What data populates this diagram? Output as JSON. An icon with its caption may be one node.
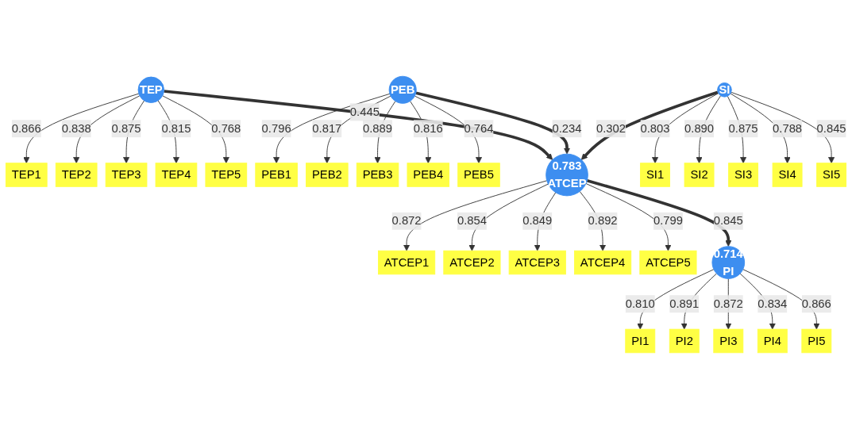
{
  "diagram": {
    "nodes": [
      {
        "text": [
          "TEP1"
        ]
      },
      {
        "text": [
          "TEP2"
        ]
      },
      {
        "text": [
          "TEP3"
        ]
      },
      {
        "text": [
          "TEP4"
        ]
      },
      {
        "text": [
          "TEP5"
        ]
      },
      {
        "text": [
          "TEP"
        ]
      },
      {
        "text": [
          "PEB"
        ]
      },
      {
        "text": [
          "PEB1"
        ]
      },
      {
        "text": [
          "PEB2"
        ]
      },
      {
        "text": [
          "PEB3"
        ]
      },
      {
        "text": [
          "PEB4"
        ]
      },
      {
        "text": [
          "PEB5"
        ]
      },
      {
        "text": [
          "ATCEP1"
        ]
      },
      {
        "text": [
          "ATCEP2"
        ]
      },
      {
        "text": [
          "ATCEP3"
        ]
      },
      {
        "text": [
          "ATCEP4"
        ]
      },
      {
        "text": [
          "ATCEP5"
        ]
      },
      {
        "text": [
          "0.783",
          "ATCEP"
        ]
      },
      {
        "text": [
          "SI"
        ]
      },
      {
        "text": [
          "SI1"
        ]
      },
      {
        "text": [
          "SI2"
        ]
      },
      {
        "text": [
          "SI3"
        ]
      },
      {
        "text": [
          "SI4"
        ]
      },
      {
        "text": [
          "SI5"
        ]
      },
      {
        "text": [
          "0.714",
          "PI"
        ]
      },
      {
        "text": [
          "PI1"
        ]
      },
      {
        "text": [
          "PI2"
        ]
      },
      {
        "text": [
          "PI3"
        ]
      },
      {
        "text": [
          "PI4"
        ]
      },
      {
        "text": [
          "PI5"
        ]
      }
    ],
    "edges": [
      {
        "from": 5,
        "to": 0,
        "arrow": "to",
        "label": "0.866"
      },
      {
        "from": 5,
        "to": 1,
        "arrow": "to",
        "label": "0.838"
      },
      {
        "from": 5,
        "to": 2,
        "arrow": "to",
        "label": "0.875"
      },
      {
        "from": 5,
        "to": 3,
        "arrow": "to",
        "label": "0.815"
      },
      {
        "from": 5,
        "to": 4,
        "arrow": "to",
        "label": "0.768"
      },
      {
        "from": 6,
        "to": 7,
        "arrow": "to",
        "label": "0.796"
      },
      {
        "from": 6,
        "to": 8,
        "arrow": "to",
        "label": "0.817"
      },
      {
        "from": 6,
        "to": 9,
        "arrow": "to",
        "label": "0.889"
      },
      {
        "from": 6,
        "to": 10,
        "arrow": "to",
        "label": "0.816"
      },
      {
        "from": 6,
        "to": 11,
        "arrow": "to",
        "label": "0.764"
      },
      {
        "from": 17,
        "to": 12,
        "arrow": "to",
        "label": "0.872"
      },
      {
        "from": 17,
        "to": 13,
        "arrow": "to",
        "label": "0.854"
      },
      {
        "from": 17,
        "to": 14,
        "arrow": "to",
        "label": "0.849"
      },
      {
        "from": 17,
        "to": 15,
        "arrow": "to",
        "label": "0.892"
      },
      {
        "from": 17,
        "to": 16,
        "arrow": "to",
        "label": "0.799"
      },
      {
        "from": 18,
        "to": 19,
        "arrow": "to",
        "label": "0.803"
      },
      {
        "from": 18,
        "to": 20,
        "arrow": "to",
        "label": "0.890"
      },
      {
        "from": 18,
        "to": 21,
        "arrow": "to",
        "label": "0.875"
      },
      {
        "from": 18,
        "to": 22,
        "arrow": "to",
        "label": "0.788"
      },
      {
        "from": 18,
        "to": 23,
        "arrow": "to",
        "label": "0.845"
      },
      {
        "from": 24,
        "to": 25,
        "arrow": "to",
        "label": "0.810"
      },
      {
        "from": 24,
        "to": 26,
        "arrow": "to",
        "label": "0.891"
      },
      {
        "from": 24,
        "to": 27,
        "arrow": "to",
        "label": "0.872"
      },
      {
        "from": 24,
        "to": 28,
        "arrow": "to",
        "label": "0.834"
      },
      {
        "from": 24,
        "to": 29,
        "arrow": "to",
        "label": "0.866"
      },
      {
        "from": 5,
        "to": 17,
        "arrow": "to",
        "label": "0.445",
        "style": "thick"
      },
      {
        "from": 6,
        "to": 17,
        "arrow": "to",
        "label": "0.234",
        "style": "thick"
      },
      {
        "from": 18,
        "to": 17,
        "arrow": "to",
        "label": "0.302",
        "style": "thick"
      },
      {
        "from": 17,
        "to": 24,
        "arrow": "to",
        "label": "0.845",
        "style": "thick"
      }
    ]
  }
}
